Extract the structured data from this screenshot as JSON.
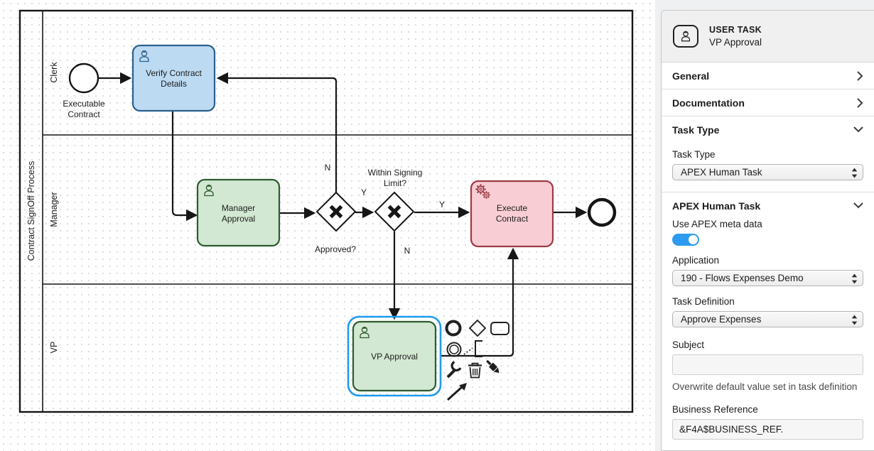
{
  "colors": {
    "selection_outline": "#1e9bef",
    "toggle_on": "#2c9bf0",
    "task_blue_fill": "#bcdaf2",
    "task_blue_stroke": "#29618e",
    "task_green_fill": "#d2e8d2",
    "task_green_stroke": "#2d5b2f",
    "task_red_fill": "#f8ced4",
    "task_red_stroke": "#9e3a44"
  },
  "diagram": {
    "pool_label": "Contract SignOff Process",
    "lanes": [
      {
        "label": "Clerk"
      },
      {
        "label": "Manager"
      },
      {
        "label": "VP"
      }
    ],
    "start_event": {
      "label_line1": "Executable",
      "label_line2": "Contract"
    },
    "tasks": {
      "verify": {
        "line1": "Verify Contract",
        "line2": "Details",
        "type": "user-task"
      },
      "manager": {
        "line1": "Manager",
        "line2": "Approval",
        "type": "user-task"
      },
      "execute": {
        "line1": "Execute",
        "line2": "Contract",
        "type": "service-task"
      },
      "vp": {
        "line1": "VP Approval",
        "type": "user-task",
        "selected": true
      }
    },
    "gateways": {
      "approved": {
        "label": "Approved?",
        "branch_up": "N",
        "branch_right": "Y"
      },
      "signing_limit": {
        "label_line1": "Within Signing",
        "label_line2": "Limit?",
        "branch_right": "Y",
        "branch_down": "N"
      }
    }
  },
  "panel": {
    "header": {
      "kind": "USER TASK",
      "title": "VP Approval"
    },
    "sections": {
      "general": "General",
      "documentation": "Documentation",
      "task_type": "Task Type",
      "apex_human_task": "APEX Human Task"
    },
    "fields": {
      "task_type": {
        "label": "Task Type",
        "value": "APEX Human Task"
      },
      "use_apex_meta": {
        "label": "Use APEX meta data",
        "on": true
      },
      "application": {
        "label": "Application",
        "value": "190 - Flows Expenses Demo"
      },
      "task_definition": {
        "label": "Task Definition",
        "value": "Approve Expenses"
      },
      "subject": {
        "label": "Subject",
        "value": "",
        "helper": "Overwrite default value set in task definition"
      },
      "business_reference": {
        "label": "Business Reference",
        "value": "&F4A$BUSINESS_REF."
      }
    }
  }
}
